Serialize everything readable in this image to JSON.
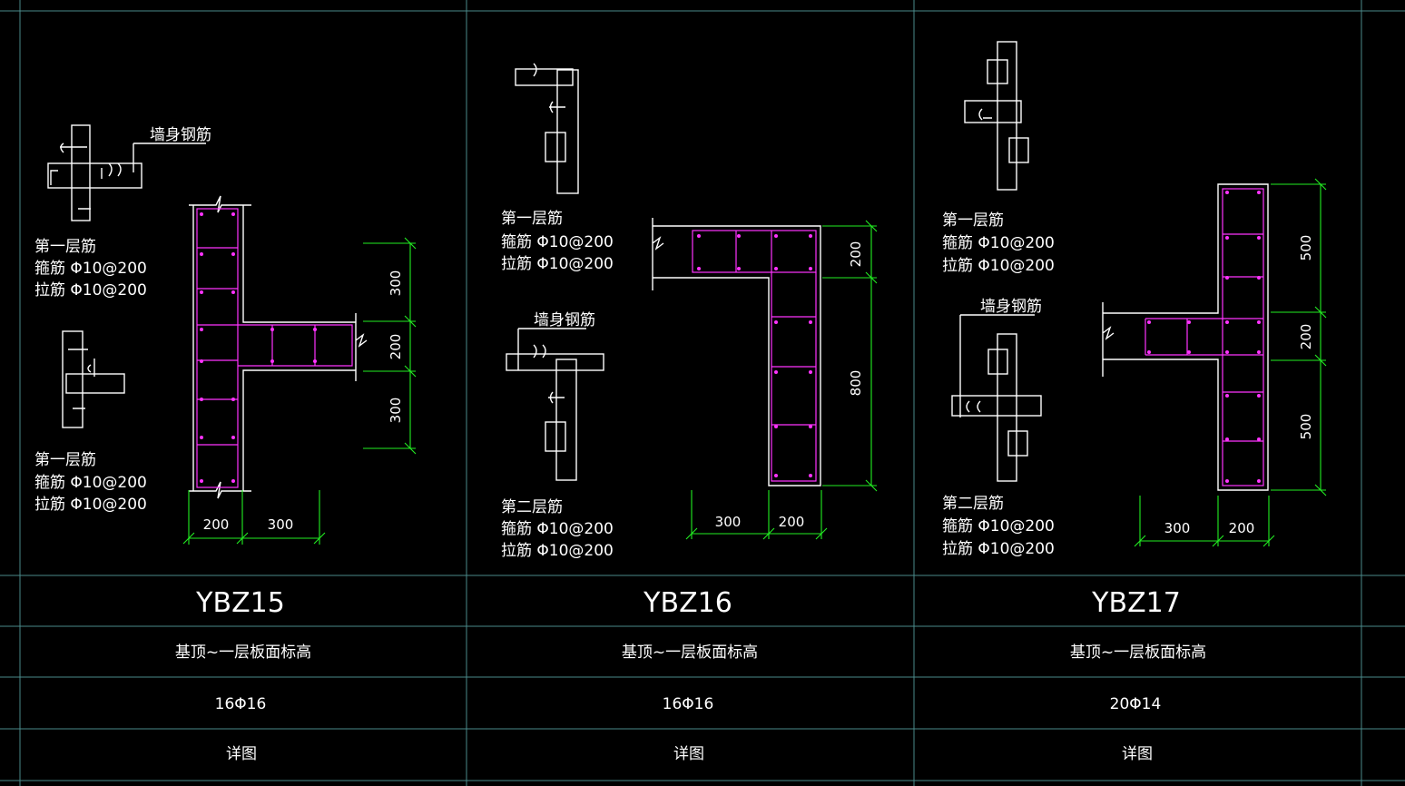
{
  "columns": [
    {
      "id": "ybz15",
      "title": "YBZ15",
      "elevation": "基顶~一层板面标高",
      "main_rebar": "16Φ16",
      "stirrup_spec": "详图",
      "detail_a_label": "墙身钢筋",
      "detail_a_notes": [
        "第一层筋",
        "箍筋 Φ10@200",
        "拉筋 Φ10@200"
      ],
      "detail_b_notes": [
        "第一层筋",
        "箍筋 Φ10@200",
        "拉筋 Φ10@200"
      ],
      "dims": {
        "right": [
          "300",
          "200",
          "300"
        ],
        "bottom": [
          "200",
          "300"
        ]
      }
    },
    {
      "id": "ybz16",
      "title": "YBZ16",
      "elevation": "基顶~一层板面标高",
      "main_rebar": "16Φ16",
      "stirrup_spec": "详图",
      "detail_a_notes": [
        "第一层筋",
        "箍筋 Φ10@200",
        "拉筋 Φ10@200"
      ],
      "detail_b_label": "墙身钢筋",
      "detail_b_notes": [
        "第二层筋",
        "箍筋 Φ10@200",
        "拉筋 Φ10@200"
      ],
      "dims": {
        "right": [
          "200",
          "800"
        ],
        "bottom": [
          "300",
          "200"
        ]
      }
    },
    {
      "id": "ybz17",
      "title": "YBZ17",
      "elevation": "基顶~一层板面标高",
      "main_rebar": "20Φ14",
      "stirrup_spec": "详图",
      "detail_a_notes": [
        "第一层筋",
        "箍筋 Φ10@200",
        "拉筋 Φ10@200"
      ],
      "detail_b_label": "墙身钢筋",
      "detail_b_notes": [
        "第二层筋",
        "箍筋 Φ10@200",
        "拉筋 Φ10@200"
      ],
      "dims": {
        "right": [
          "500",
          "200",
          "500"
        ],
        "bottom": [
          "300",
          "200"
        ]
      }
    }
  ],
  "colors": {
    "background": "#000000",
    "grid": "#4a8a8a",
    "outline": "#ffffff",
    "rebar": "#ff33ff",
    "dimension": "#22ee22"
  }
}
